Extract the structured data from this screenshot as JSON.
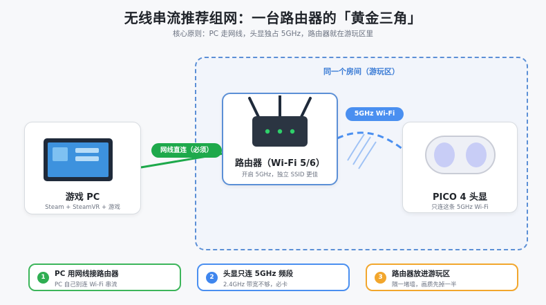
{
  "header": {
    "title": "无线串流推荐组网：一台路由器的「黄金三角」",
    "subtitle": "核心原则：PC 走网线，头显独占 5GHz，路由器就在游玩区里"
  },
  "zone": {
    "label": "同一个房间（游玩区）"
  },
  "pc": {
    "title": "游戏 PC",
    "subtitle": "Steam + SteamVR + 游戏"
  },
  "router": {
    "title": "路由器（Wi-Fi 5/6）",
    "subtitle": "开启 5GHz，独立 SSID 更佳"
  },
  "headset": {
    "title": "PICO 4 头显",
    "subtitle": "只连这条 5GHz Wi-Fi"
  },
  "links": {
    "wired_label": "网线直连（必须）",
    "wifi_label": "5GHz Wi-Fi"
  },
  "tips": [
    {
      "num": "1",
      "title": "PC 用网线接路由器",
      "subtitle": "PC 自己别连 Wi-Fi 串流"
    },
    {
      "num": "2",
      "title": "头显只连 5GHz 频段",
      "subtitle": "2.4GHz 带宽不够，必卡"
    },
    {
      "num": "3",
      "title": "路由器放进游玩区",
      "subtitle": "隔一堵墙，画质先掉一半"
    }
  ],
  "colors": {
    "wired": "#1ea94b",
    "wifi": "#4a8ff0",
    "zone_border": "#5b8fd6",
    "tip1": "#3cb55a",
    "tip2": "#4a8ff0",
    "tip3": "#f2a62c"
  },
  "icons": {
    "pc": "monitor-icon",
    "router": "router-icon",
    "headset": "vr-headset-icon",
    "wifi_signal": "wifi-waves-icon"
  }
}
